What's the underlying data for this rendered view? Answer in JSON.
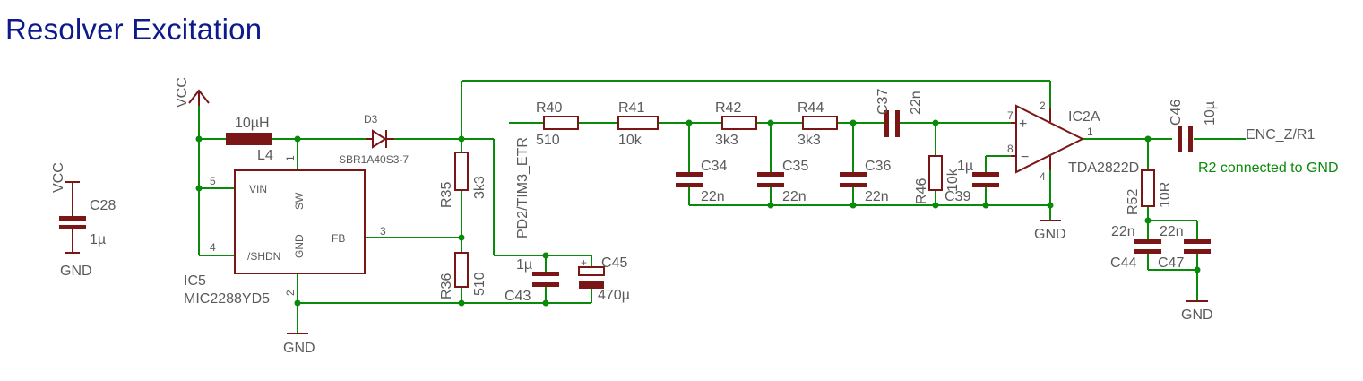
{
  "title": "Resolver Excitation",
  "colors": {
    "wire": "#0a8a0a",
    "part": "#7a1616",
    "text": "#5a5a5a",
    "title": "#0c1a8c"
  },
  "supplies": {
    "vcc": "VCC",
    "gnd": "GND"
  },
  "parts": {
    "C28": {
      "name": "C28",
      "value": "1µ"
    },
    "L4": {
      "name": "L4",
      "value": "10µH"
    },
    "D3": {
      "name": "D3",
      "value": "SBR1A40S3-7"
    },
    "IC5": {
      "name": "IC5",
      "value": "MIC2288YD5",
      "pins": {
        "vin": "VIN",
        "shdn": "/SHDN",
        "sw": "SW",
        "gnd": "GND",
        "fb": "FB"
      },
      "pin_numbers": {
        "vin": "5",
        "shdn": "4",
        "sw": "1",
        "gnd": "2",
        "fb": "3"
      }
    },
    "R35": {
      "name": "R35",
      "value": "3k3"
    },
    "R36": {
      "name": "R36",
      "value": "510"
    },
    "C43": {
      "name": "C43",
      "value": "1µ"
    },
    "C45": {
      "name": "C45",
      "value": "470µ"
    },
    "R40": {
      "name": "R40",
      "value": "510"
    },
    "R41": {
      "name": "R41",
      "value": "10k"
    },
    "R42": {
      "name": "R42",
      "value": "3k3"
    },
    "R44": {
      "name": "R44",
      "value": "3k3"
    },
    "C37": {
      "name": "C37",
      "value": "22n"
    },
    "C34": {
      "name": "C34",
      "value": "22n"
    },
    "C35": {
      "name": "C35",
      "value": "22n"
    },
    "C36": {
      "name": "C36",
      "value": "22n"
    },
    "R46": {
      "name": "R46",
      "value": "10k"
    },
    "C39": {
      "name": "C39",
      "value": "1µ"
    },
    "IC2A": {
      "name": "IC2A",
      "value": "TDA2822D",
      "pin_numbers": {
        "vplus": "2",
        "in_plus": "7",
        "in_minus": "8",
        "out": "1",
        "gnd": "4"
      }
    },
    "C46": {
      "name": "C46",
      "value": "10µ"
    },
    "R52": {
      "name": "R52",
      "value": "10R"
    },
    "C44": {
      "name": "C44",
      "value": "22n"
    },
    "C47": {
      "name": "C47",
      "value": "22n"
    }
  },
  "nets": {
    "input": "PD2/TIM3_ETR",
    "output": "ENC_Z/R1"
  },
  "notes": {
    "r2": "R2 connected to GND"
  }
}
